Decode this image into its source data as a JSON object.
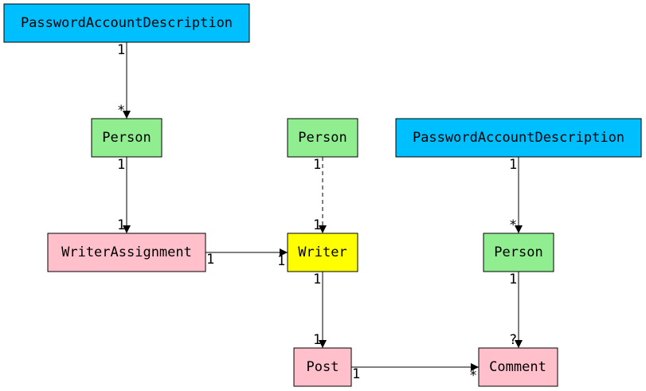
{
  "colors": {
    "blue": "#00bfff",
    "green": "#90ee90",
    "pink": "#ffc0cb",
    "yellow": "#ffff00"
  },
  "nodes": [
    {
      "id": "pad1",
      "label": "PasswordAccountDescription",
      "color": "blue"
    },
    {
      "id": "person1",
      "label": "Person",
      "color": "green"
    },
    {
      "id": "person2",
      "label": "Person",
      "color": "green"
    },
    {
      "id": "pad2",
      "label": "PasswordAccountDescription",
      "color": "blue"
    },
    {
      "id": "writerAssignment",
      "label": "WriterAssignment",
      "color": "pink"
    },
    {
      "id": "writer",
      "label": "Writer",
      "color": "yellow"
    },
    {
      "id": "person3",
      "label": "Person",
      "color": "green"
    },
    {
      "id": "post",
      "label": "Post",
      "color": "pink"
    },
    {
      "id": "comment",
      "label": "Comment",
      "color": "pink"
    }
  ],
  "edges": [
    {
      "from": "pad1",
      "to": "person1",
      "tail_label": "1",
      "head_label": "*",
      "style": "solid"
    },
    {
      "from": "person1",
      "to": "writerAssignment",
      "tail_label": "1",
      "head_label": "1",
      "style": "solid"
    },
    {
      "from": "person2",
      "to": "writer",
      "tail_label": "1",
      "head_label": "1",
      "style": "dashed"
    },
    {
      "from": "pad2",
      "to": "person3",
      "tail_label": "1",
      "head_label": "*",
      "style": "solid"
    },
    {
      "from": "writerAssignment",
      "to": "writer",
      "tail_label": "1",
      "head_label": "1",
      "style": "solid"
    },
    {
      "from": "writer",
      "to": "post",
      "tail_label": "1",
      "head_label": "1",
      "style": "solid"
    },
    {
      "from": "person3",
      "to": "comment",
      "tail_label": "1",
      "head_label": "?",
      "style": "solid"
    },
    {
      "from": "post",
      "to": "comment",
      "tail_label": "1",
      "head_label": "*",
      "style": "solid"
    }
  ]
}
